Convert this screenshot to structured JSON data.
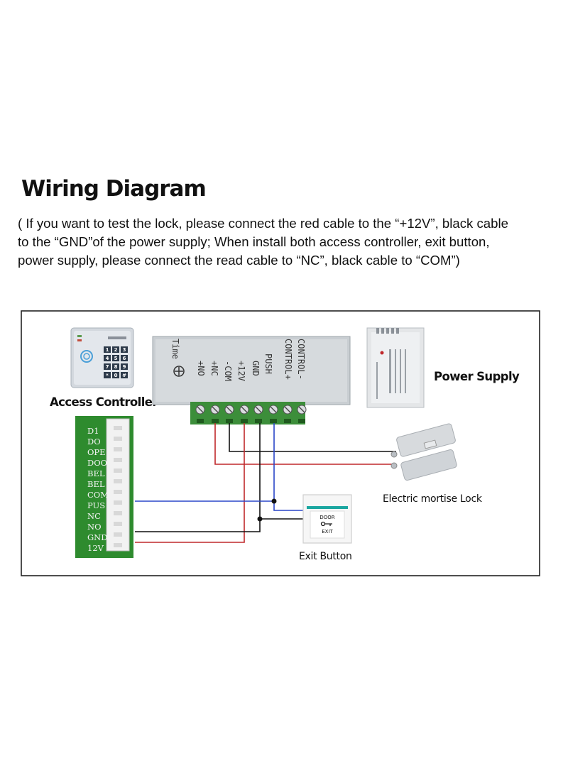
{
  "header": {
    "title": "Wiring Diagram",
    "description_lines": [
      "( If you want to test the lock, please connect the red cable to the “+12V”, black cable",
      "to the “GND”of the power supply; When install both access controller, exit button,",
      "power supply, please connect the read cable to “NC”, black cable to “COM”)"
    ]
  },
  "diagram": {
    "labels": {
      "access_controller": "Access Controller",
      "power_supply": "Power Supply",
      "lock": "Electric mortise Lock",
      "exit_button": "Exit Button"
    },
    "power_terminals": [
      "CONTROL-",
      "CONTROL+",
      "PUSH",
      "GND",
      "+12V",
      "-COM",
      "+NC",
      "+NO",
      "Time"
    ],
    "controller_pins": [
      "D1",
      "DO",
      "OPE",
      "DOO",
      "BEL",
      "BEL",
      "COM",
      "PUS",
      "NC",
      "NO",
      "GND",
      "12V"
    ],
    "exit_button_text": {
      "top": "DOOR",
      "bottom": "EXIT"
    },
    "keypad_keys": [
      "1",
      "2",
      "3",
      "4",
      "5",
      "6",
      "7",
      "8",
      "9",
      "*",
      "0",
      "#"
    ],
    "wire_colors": {
      "red": "#c0282b",
      "black": "#111111",
      "blue": "#2a46c8"
    }
  }
}
